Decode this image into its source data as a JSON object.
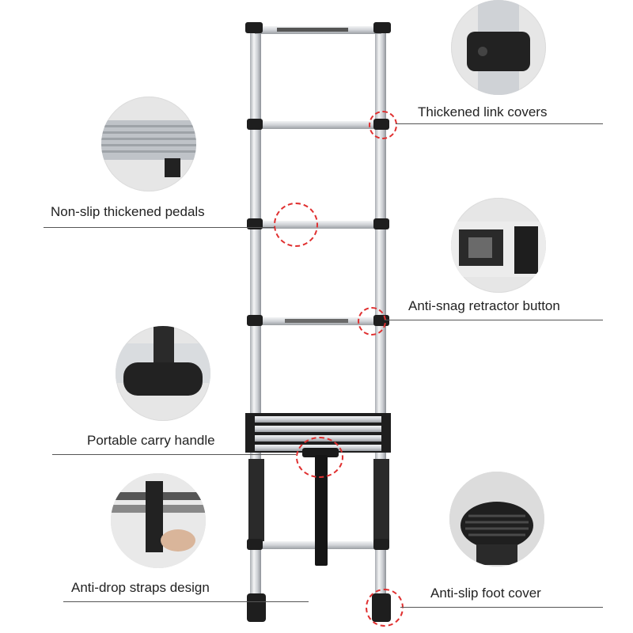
{
  "callouts": {
    "link_covers": "Thickened link covers",
    "pedals": "Non-slip thickened pedals",
    "retractor": "Anti-snag retractor button",
    "handle": "Portable carry handle",
    "straps": "Anti-drop straps design",
    "foot": "Anti-slip foot cover"
  },
  "colors": {
    "accent_dash": "#e03030",
    "rule_line": "#555555",
    "aluminum": "#d7dadd",
    "plastic_black": "#1e1e1e"
  }
}
